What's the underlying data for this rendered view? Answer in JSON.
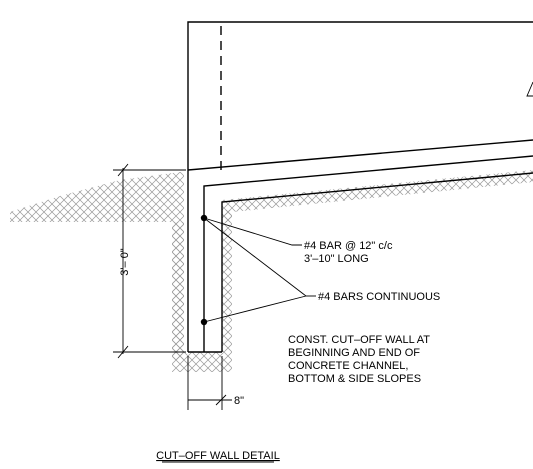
{
  "title": "CUT–OFF WALL DETAIL",
  "dimensions": {
    "wall_height": "3'– 0\"",
    "wall_thickness": "8\""
  },
  "callouts": {
    "bar_transverse_line1": "#4 BAR @ 12\" c/c",
    "bar_transverse_line2": "3'–10\" LONG",
    "bars_continuous": "#4 BARS CONTINUOUS"
  },
  "note": {
    "line1": "CONST. CUT–OFF WALL AT",
    "line2": "BEGINNING AND END OF",
    "line3": "CONCRETE CHANNEL,",
    "line4": "BOTTOM & SIDE SLOPES"
  },
  "colors": {
    "line": "#000000",
    "hatch": "#9a9a9a",
    "background": "#ffffff"
  }
}
